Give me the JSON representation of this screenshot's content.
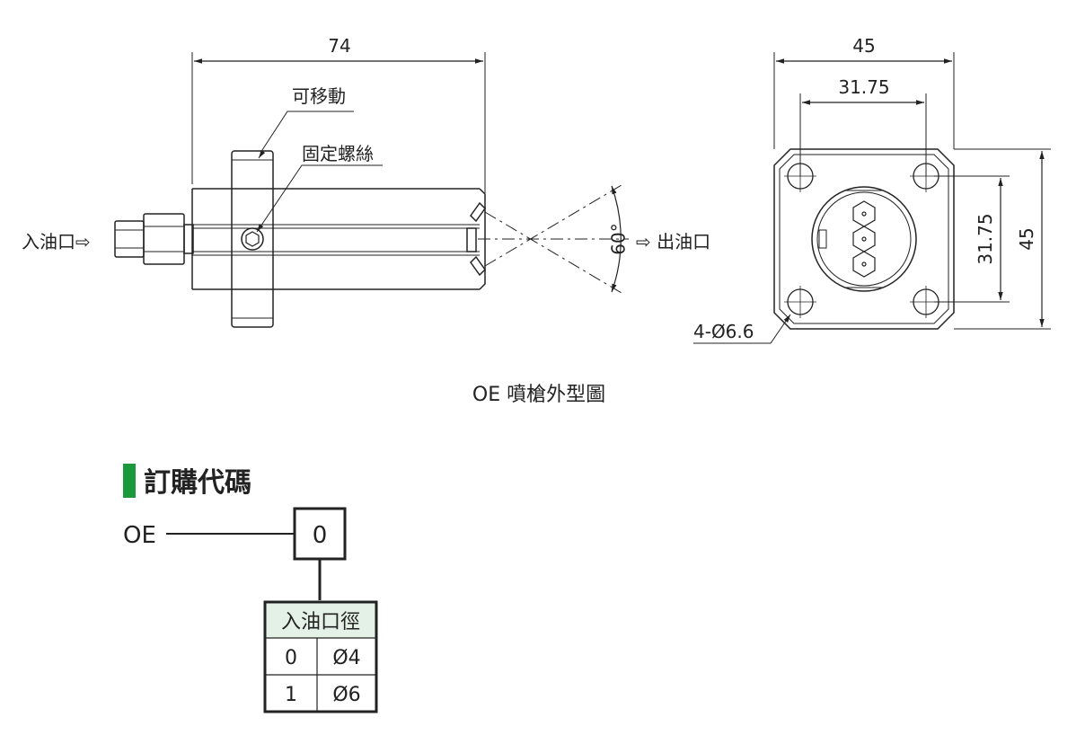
{
  "side_view": {
    "dim_length": "74",
    "label_movable": "可移動",
    "label_fixed_screw": "固定螺絲",
    "label_inlet": "入油口⇨",
    "label_outlet": "⇨ 出油口",
    "angle": "60°"
  },
  "front_view": {
    "dim_outer_w": "45",
    "dim_inner_w": "31.75",
    "dim_inner_h": "31.75",
    "dim_outer_h": "45",
    "holes": "4-Ø6.6"
  },
  "caption": "OE 噴槍外型圖",
  "order_code": {
    "heading": "訂購代碼",
    "accent_color": "#1a9a3c",
    "prefix": "OE",
    "box_value": "0",
    "table": {
      "header": "入油口徑",
      "header_bg": "#e4f1e6",
      "rows": [
        {
          "code": "0",
          "value": "Ø4"
        },
        {
          "code": "1",
          "value": "Ø6"
        }
      ]
    }
  }
}
